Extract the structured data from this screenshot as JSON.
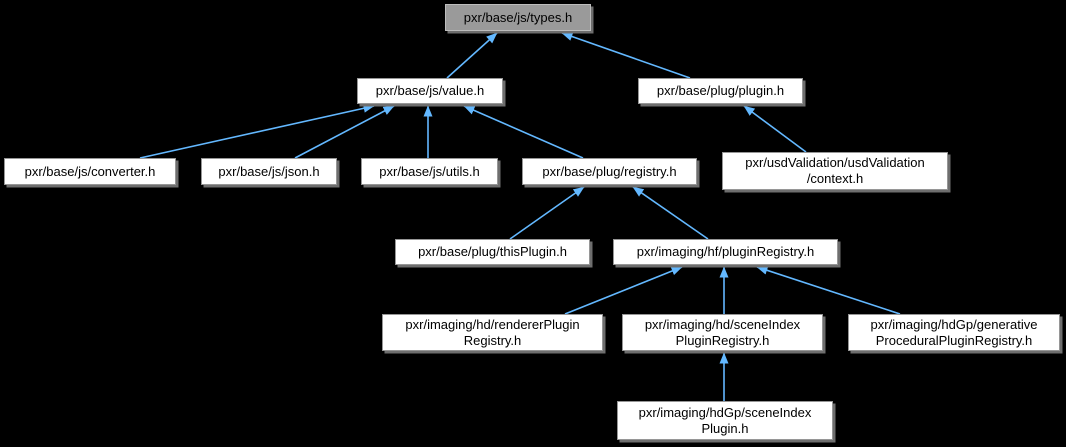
{
  "graph": {
    "type": "include-dependency-graph",
    "highlighted_node": "pxr/base/js/types.h",
    "nodes": [
      {
        "id": "types",
        "label": "pxr/base/js/types.h",
        "highlighted": true
      },
      {
        "id": "value",
        "label": "pxr/base/js/value.h",
        "highlighted": false
      },
      {
        "id": "plugin",
        "label": "pxr/base/plug/plugin.h",
        "highlighted": false
      },
      {
        "id": "converter",
        "label": "pxr/base/js/converter.h",
        "highlighted": false
      },
      {
        "id": "json",
        "label": "pxr/base/js/json.h",
        "highlighted": false
      },
      {
        "id": "utils",
        "label": "pxr/base/js/utils.h",
        "highlighted": false
      },
      {
        "id": "registry",
        "label": "pxr/base/plug/registry.h",
        "highlighted": false
      },
      {
        "id": "usd-validation-context",
        "label": "pxr/usdValidation/usdValidation\n/context.h",
        "highlighted": false
      },
      {
        "id": "this-plugin",
        "label": "pxr/base/plug/thisPlugin.h",
        "highlighted": false
      },
      {
        "id": "hf-plugin-registry",
        "label": "pxr/imaging/hf/pluginRegistry.h",
        "highlighted": false
      },
      {
        "id": "hd-renderer-plugin-registry",
        "label": "pxr/imaging/hd/rendererPlugin\nRegistry.h",
        "highlighted": false
      },
      {
        "id": "hd-scene-index-plugin-registry",
        "label": "pxr/imaging/hd/sceneIndex\nPluginRegistry.h",
        "highlighted": false
      },
      {
        "id": "hdgp-generative-procedural-plugin-registry",
        "label": "pxr/imaging/hdGp/generative\nProceduralPluginRegistry.h",
        "highlighted": false
      },
      {
        "id": "hdgp-scene-index-plugin",
        "label": "pxr/imaging/hdGp/sceneIndex\nPlugin.h",
        "highlighted": false
      }
    ],
    "edges": [
      {
        "from": "value",
        "to": "types"
      },
      {
        "from": "plugin",
        "to": "types"
      },
      {
        "from": "converter",
        "to": "value"
      },
      {
        "from": "json",
        "to": "value"
      },
      {
        "from": "utils",
        "to": "value"
      },
      {
        "from": "registry",
        "to": "value"
      },
      {
        "from": "usd-validation-context",
        "to": "plugin"
      },
      {
        "from": "this-plugin",
        "to": "registry"
      },
      {
        "from": "hf-plugin-registry",
        "to": "registry"
      },
      {
        "from": "hd-renderer-plugin-registry",
        "to": "hf-plugin-registry"
      },
      {
        "from": "hd-scene-index-plugin-registry",
        "to": "hf-plugin-registry"
      },
      {
        "from": "hdgp-generative-procedural-plugin-registry",
        "to": "hf-plugin-registry"
      },
      {
        "from": "hdgp-scene-index-plugin",
        "to": "hd-scene-index-plugin-registry"
      }
    ],
    "colors": {
      "background": "#000000",
      "edge": "#63b8ff",
      "node_fill": "#ffffff",
      "node_border": "#969696",
      "node_shadow": "#6e6e6e",
      "highlight_fill": "#9a9a9a",
      "highlight_border": "#bdbdbd",
      "text": "#000000"
    }
  }
}
